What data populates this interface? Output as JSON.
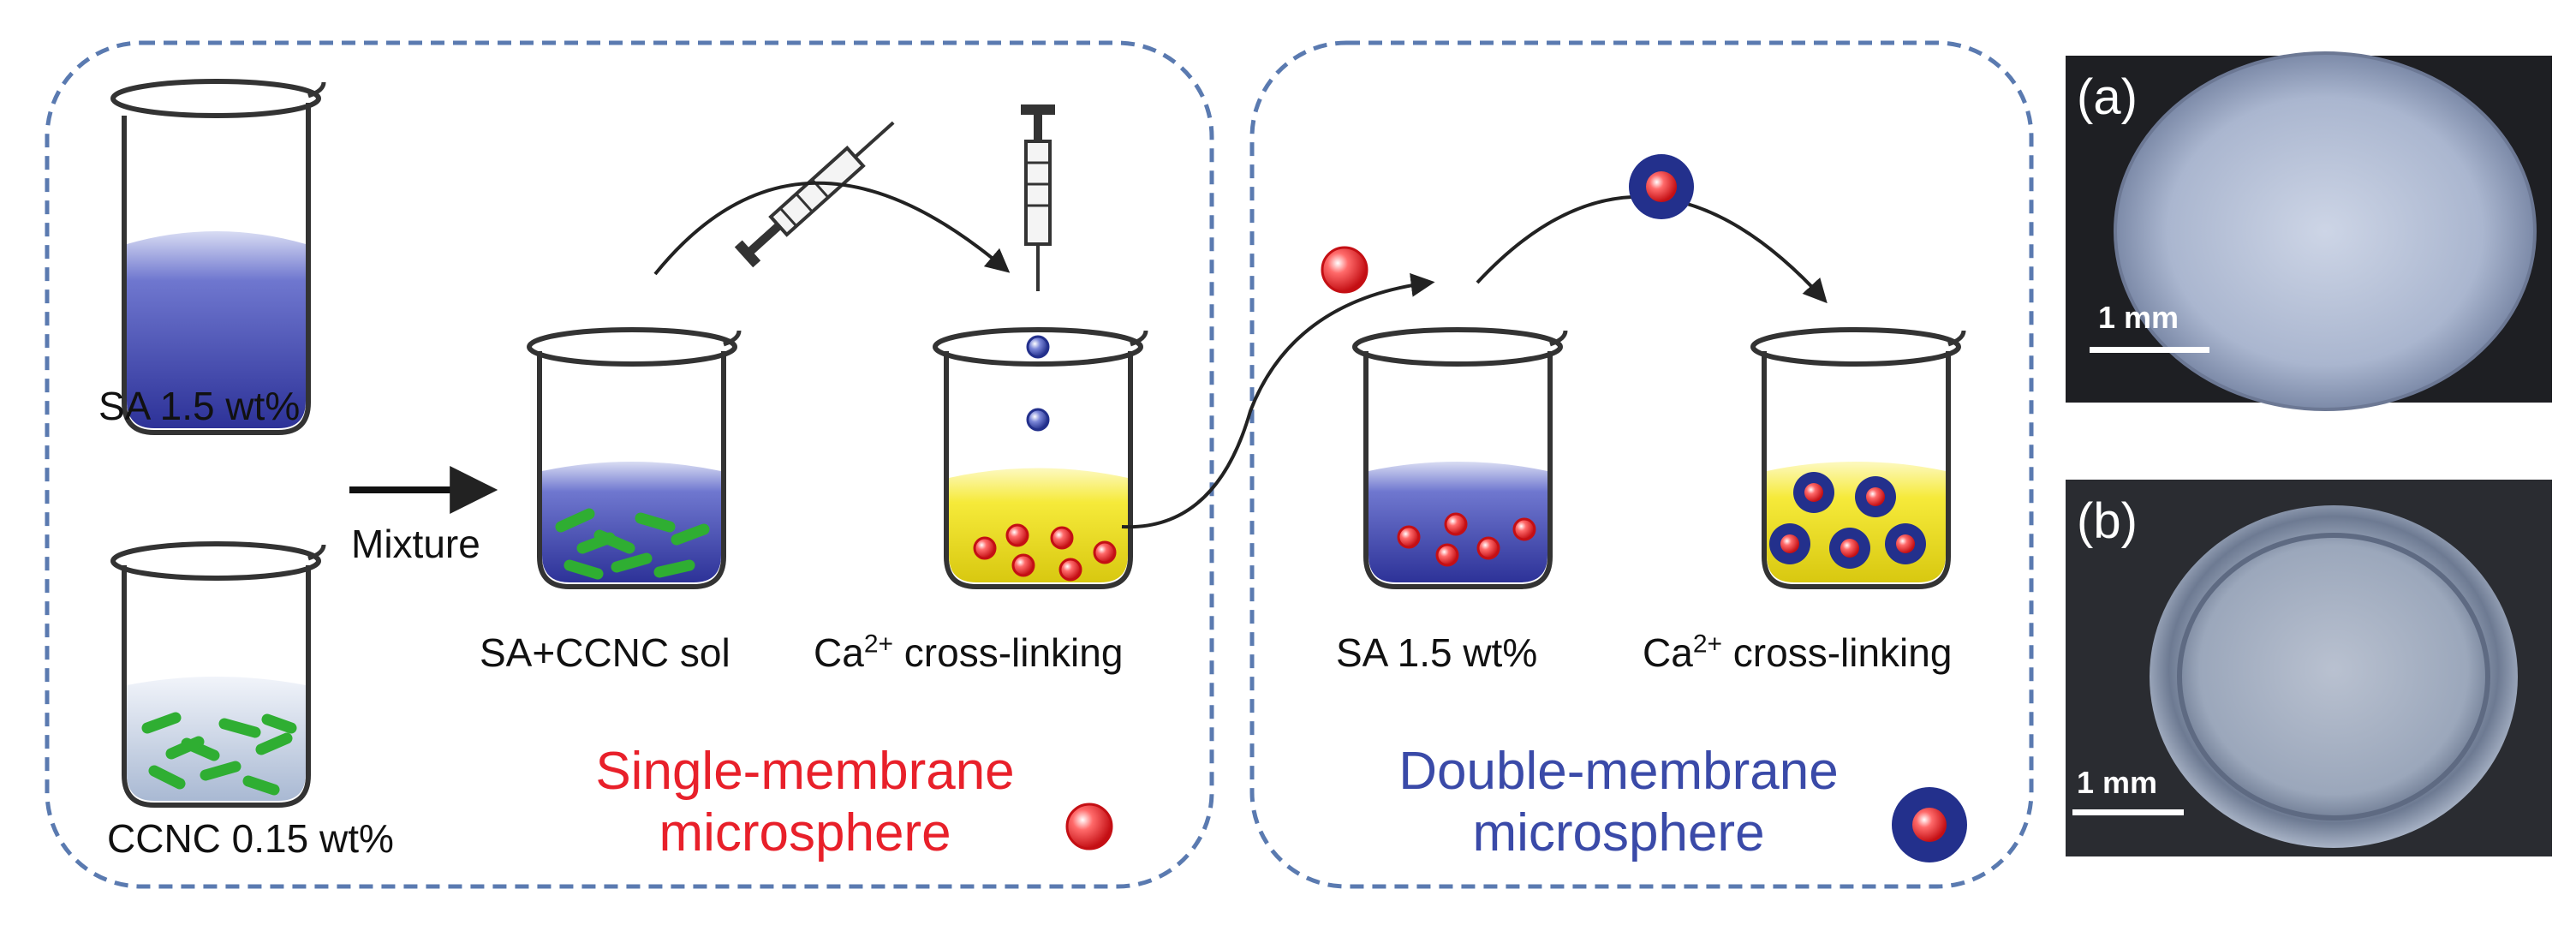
{
  "colors": {
    "single_title": "#e8202a",
    "double_title": "#3a4aa8",
    "panel_border": "#5a7ab0",
    "sa_solution": "#3b3fae",
    "ccnc_solution": "#c9d6e8",
    "cross_link_solution": "#f2e52a",
    "ccnc_rods": "#2fae32",
    "single_bead": "#e8202a",
    "double_shell": "#23308c"
  },
  "left_panel": {
    "beaker_sa": "SA 1.5 wt%",
    "beaker_ccnc": "CCNC 0.15 wt%",
    "arrow_label": "Mixture",
    "beaker_mix": "SA+CCNC sol",
    "beaker_crosslink_prefix": "Ca",
    "beaker_crosslink_sup": "2+",
    "beaker_crosslink_suffix": " cross-linking",
    "title_line1": "Single-membrane",
    "title_line2": "microsphere"
  },
  "right_panel": {
    "beaker_sa": "SA 1.5 wt%",
    "beaker_crosslink_prefix": "Ca",
    "beaker_crosslink_sup": "2+",
    "beaker_crosslink_suffix": " cross-linking",
    "title_line1": "Double-membrane",
    "title_line2": "microsphere"
  },
  "photos": [
    {
      "label": "(a)",
      "scale": "1 mm"
    },
    {
      "label": "(b)",
      "scale": "1 mm"
    }
  ]
}
